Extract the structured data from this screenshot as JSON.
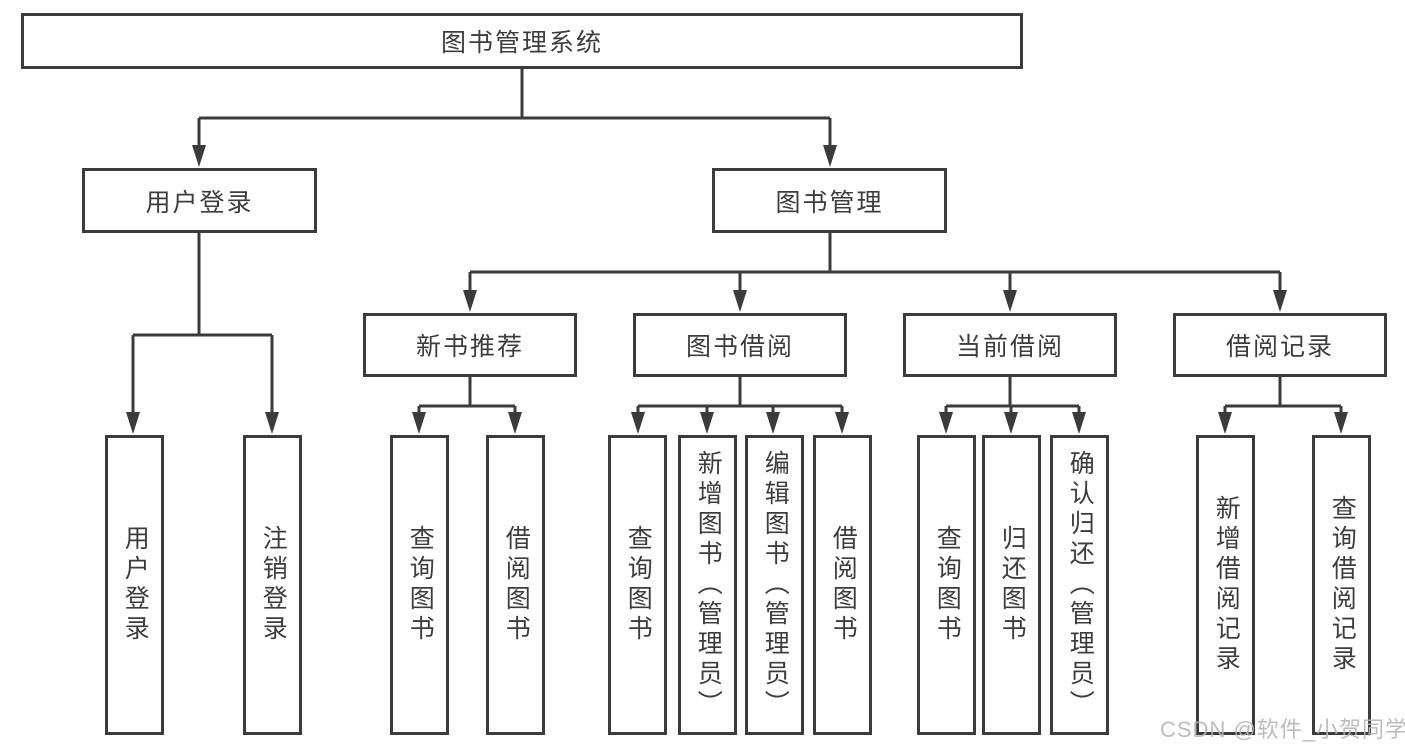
{
  "diagram": {
    "root": {
      "label": "图书管理系统"
    },
    "branches": [
      {
        "label": "用户登录",
        "children": [
          {
            "label": "用户登录"
          },
          {
            "label": "注销登录"
          }
        ]
      },
      {
        "label": "图书管理",
        "children": [
          {
            "label": "新书推荐",
            "children": [
              {
                "label": "查询图书"
              },
              {
                "label": "借阅图书"
              }
            ]
          },
          {
            "label": "图书借阅",
            "children": [
              {
                "label": "查询图书"
              },
              {
                "label": "新增图书（管理员）"
              },
              {
                "label": "编辑图书（管理员）"
              },
              {
                "label": "借阅图书"
              }
            ]
          },
          {
            "label": "当前借阅",
            "children": [
              {
                "label": "查询图书"
              },
              {
                "label": "归还图书"
              },
              {
                "label": "确认归还（管理员）"
              }
            ]
          },
          {
            "label": "借阅记录",
            "children": [
              {
                "label": "新增借阅记录"
              },
              {
                "label": "查询借阅记录"
              }
            ]
          }
        ]
      }
    ]
  },
  "watermark": {
    "text": "CSDN @软件_小贺同学"
  },
  "colors": {
    "line": "#3b3b3b",
    "text": "#3d3d3d",
    "background": "#ffffff",
    "watermark": "#b5b5b5"
  }
}
